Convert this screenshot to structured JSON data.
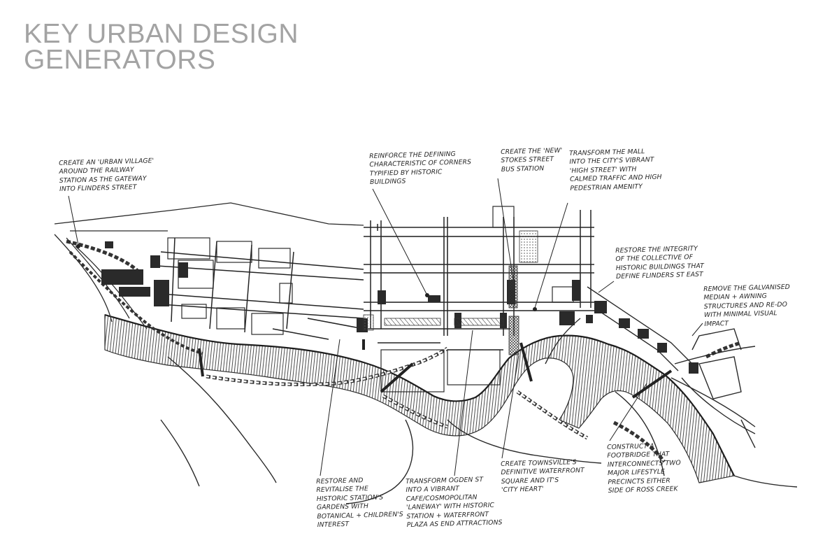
{
  "title": {
    "line1": "KEY URBAN DESIGN",
    "line2": "GENERATORS"
  },
  "annotations": [
    {
      "id": "urban-village",
      "lines": [
        "CREATE AN 'URBAN VILLAGE'",
        "AROUND THE RAILWAY",
        "STATION AS THE GATEWAY",
        "INTO FLINDERS STREET"
      ]
    },
    {
      "id": "corners",
      "lines": [
        "REINFORCE THE DEFINING",
        "CHARACTERISTIC OF CORNERS",
        "TYPIFIED BY HISTORIC",
        "BUILDINGS"
      ]
    },
    {
      "id": "bus-station",
      "lines": [
        "CREATE THE 'NEW'",
        "STOKES STREET",
        "BUS STATION"
      ]
    },
    {
      "id": "mall",
      "lines": [
        "TRANSFORM THE MALL",
        "INTO THE CITY'S VIBRANT",
        "'HIGH STREET' WITH",
        "CALMED TRAFFIC AND HIGH",
        "PEDESTRIAN AMENITY"
      ]
    },
    {
      "id": "flinders-east",
      "lines": [
        "RESTORE THE INTEGRITY",
        "OF THE COLLECTIVE OF",
        "HISTORIC BUILDINGS THAT",
        "DEFINE FLINDERS ST EAST"
      ]
    },
    {
      "id": "median",
      "lines": [
        "REMOVE THE GALVANISED",
        "MEDIAN + AWNING",
        "STRUCTURES AND RE-DO",
        "WITH MINIMAL VISUAL",
        "IMPACT"
      ]
    },
    {
      "id": "station-gardens",
      "lines": [
        "RESTORE AND",
        "REVITALISE THE",
        "HISTORIC STATION'S",
        "GARDENS WITH",
        "BOTANICAL + CHILDREN'S",
        "INTEREST"
      ]
    },
    {
      "id": "ogden",
      "lines": [
        "TRANSFORM OGDEN ST",
        "INTO A VIBRANT",
        "CAFE/COSMOPOLITAN",
        "'LANEWAY' WITH HISTORIC",
        "STATION + WATERFRONT",
        "PLAZA AS END ATTRACTIONS"
      ]
    },
    {
      "id": "waterfront",
      "lines": [
        "CREATE TOWNSVILLE'S",
        "DEFINITIVE WATERFRONT",
        "SQUARE AND IT'S",
        "'CITY HEART'"
      ]
    },
    {
      "id": "footbridge",
      "lines": [
        "CONSTRUCT A",
        "FOOTBRIDGE THAT",
        "INTERCONNECTS TWO",
        "MAJOR LIFESTYLE",
        "PRECINCTS EITHER",
        "SIDE OF ROSS CREEK"
      ]
    }
  ]
}
